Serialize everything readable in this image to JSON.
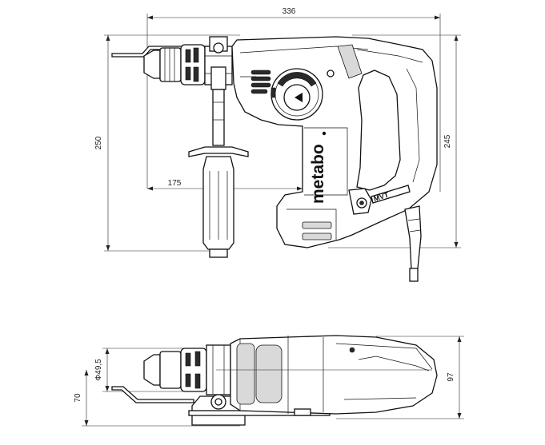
{
  "dimensions": {
    "overall_length": "336",
    "height_with_handle": "250",
    "body_height": "245",
    "handle_offset": "175",
    "collar_diameter": "Φ49,5",
    "body_width": "97",
    "handle_side_offset": "70"
  },
  "brand": {
    "name": "metabo",
    "badge": "MVT"
  }
}
